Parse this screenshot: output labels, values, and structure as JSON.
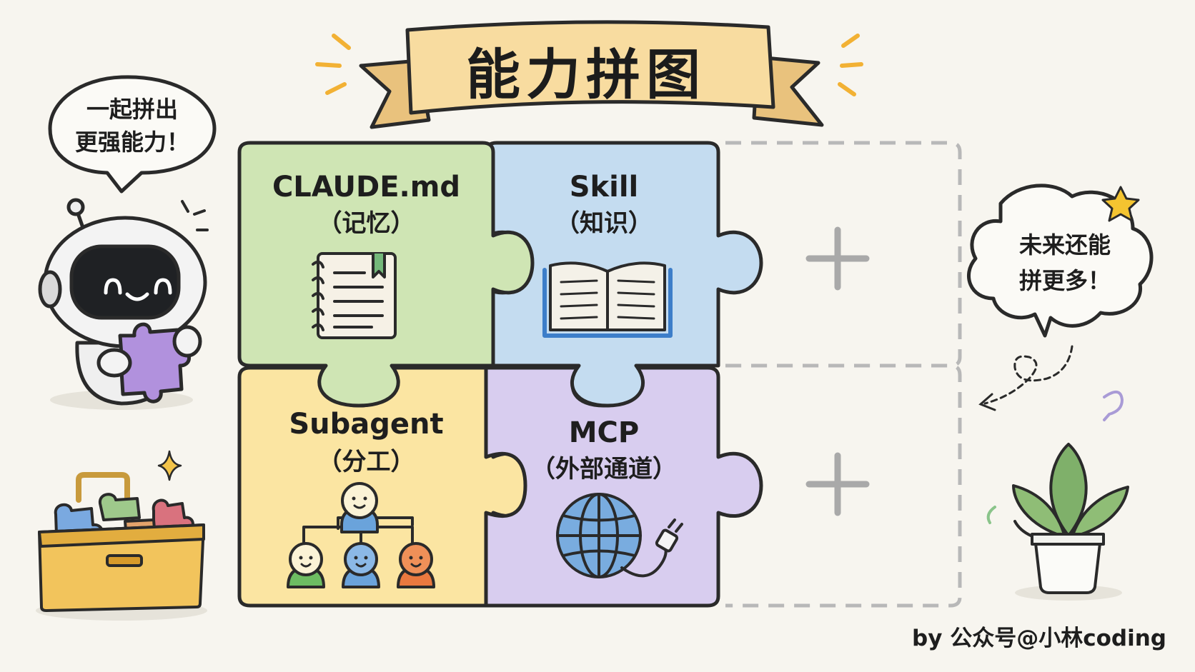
{
  "title": "能力拼图",
  "speech_left": {
    "line1": "一起拼出",
    "line2": "更强能力！"
  },
  "speech_right": {
    "line1": "未来还能",
    "line2": "拼更多！"
  },
  "pieces": [
    {
      "name": "CLAUDE.md",
      "sub": "（记忆）",
      "icon": "notebook-icon",
      "color": "#cfe5b4"
    },
    {
      "name": "Skill",
      "sub": "（知识）",
      "icon": "open-book-icon",
      "color": "#c4dcf0"
    },
    {
      "name": "Subagent",
      "sub": "（分工）",
      "icon": "team-hierarchy-icon",
      "color": "#fbe5a2"
    },
    {
      "name": "MCP",
      "sub": "（外部通道）",
      "icon": "globe-plug-icon",
      "color": "#d8cdef"
    }
  ],
  "empty_slots": [
    {
      "icon": "plus-icon"
    },
    {
      "icon": "plus-icon"
    }
  ],
  "credit": "by 公众号@小林coding",
  "colors": {
    "background": "#f7f5ef",
    "banner": "#f8dca0",
    "outline": "#2a2a2a",
    "dashed": "#b8b8b8"
  }
}
